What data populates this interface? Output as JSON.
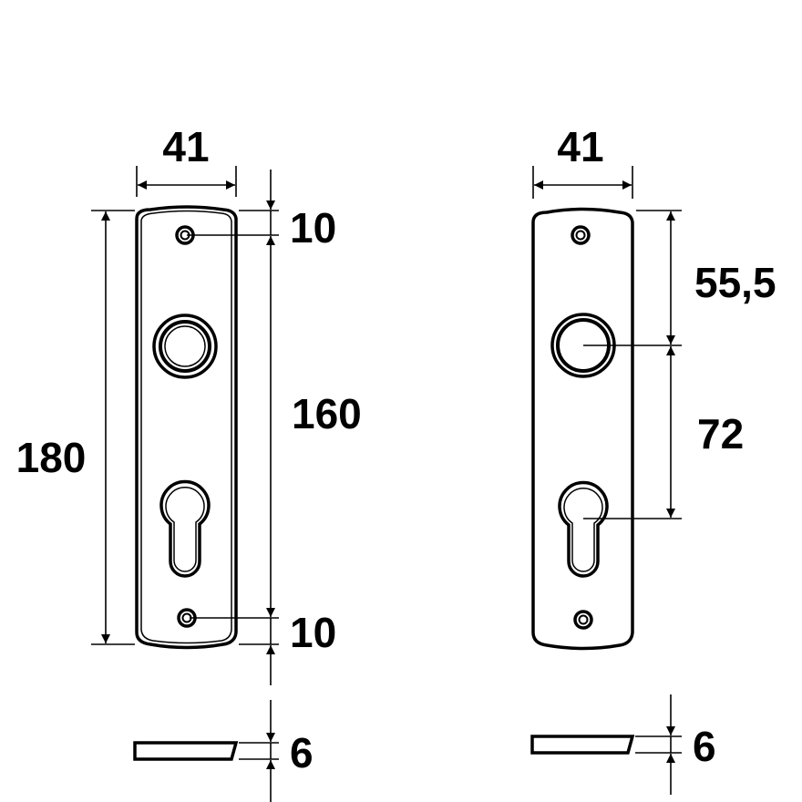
{
  "left_view": {
    "width_label": "41",
    "height_label": "180",
    "top_hole_label": "10",
    "hole_spacing_label": "160",
    "bottom_hole_label": "10",
    "thickness_label": "6"
  },
  "right_view": {
    "width_label": "41",
    "top_to_handle_label": "55,5",
    "handle_to_key_label": "72",
    "thickness_label": "6"
  }
}
